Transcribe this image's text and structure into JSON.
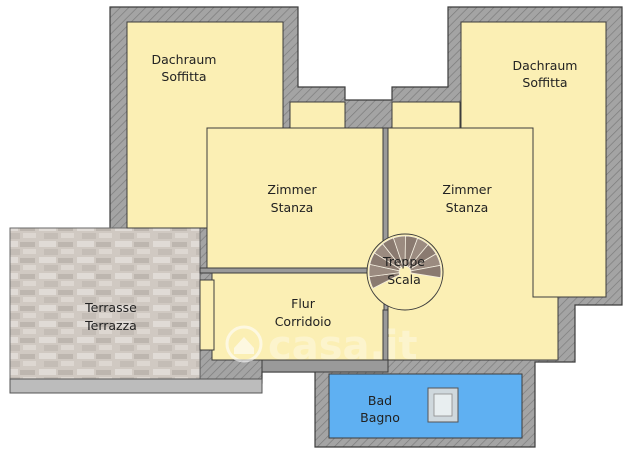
{
  "colors": {
    "floor": "#fbefb4",
    "wall": "#9a9a9a",
    "wall_stroke": "#3c3c3c",
    "terrace": "#cfc8c1",
    "bath": "#5fb0f2",
    "stairs": "#8a7a70"
  },
  "rooms": {
    "dachraum_left": {
      "line1": "Dachraum",
      "line2": "Soffitta"
    },
    "dachraum_right": {
      "line1": "Dachraum",
      "line2": "Soffitta"
    },
    "zimmer_left": {
      "line1": "Zimmer",
      "line2": "Stanza"
    },
    "zimmer_right": {
      "line1": "Zimmer",
      "line2": "Stanza"
    },
    "treppe": {
      "line1": "Treppe",
      "line2": "Scala"
    },
    "terrasse": {
      "line1": "Terrasse",
      "line2": "Terrazza"
    },
    "flur": {
      "line1": "Flur",
      "line2": "Corridoio"
    },
    "bad": {
      "line1": "Bad",
      "line2": "Bagno"
    }
  },
  "watermark": {
    "text": "casa.it",
    "icon": "casa-house-logo-icon"
  }
}
